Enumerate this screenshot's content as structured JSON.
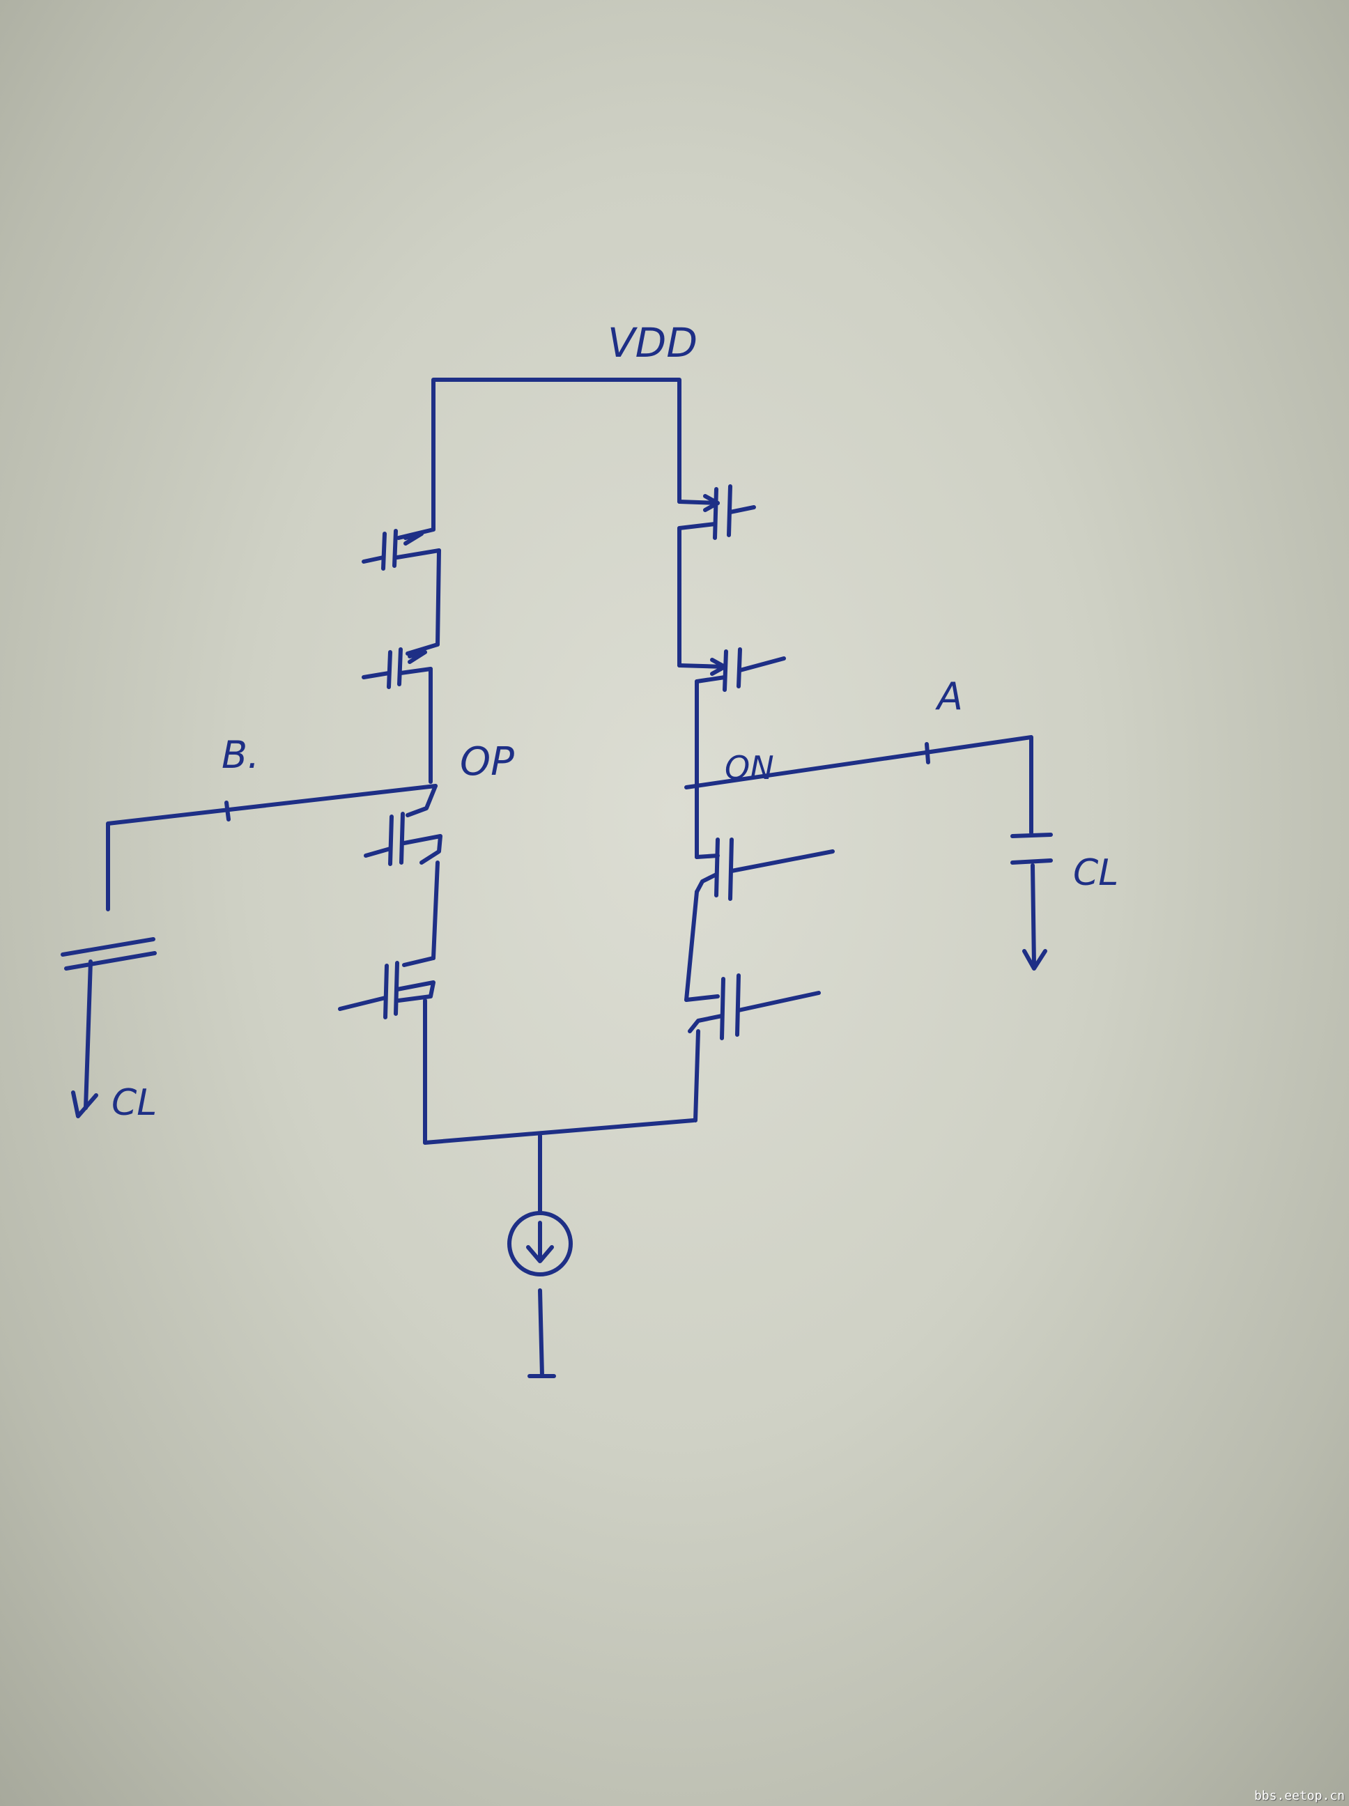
{
  "labels": {
    "vdd": "VDD",
    "op": "OP",
    "on": "ON",
    "node_a": "A",
    "node_b": "B.",
    "cl_right": "CL",
    "cl_left": "CL"
  },
  "watermark": "bbs.eetop.cn",
  "colors": {
    "ink": "#1e2f86",
    "paper": "#d3d5ca"
  }
}
